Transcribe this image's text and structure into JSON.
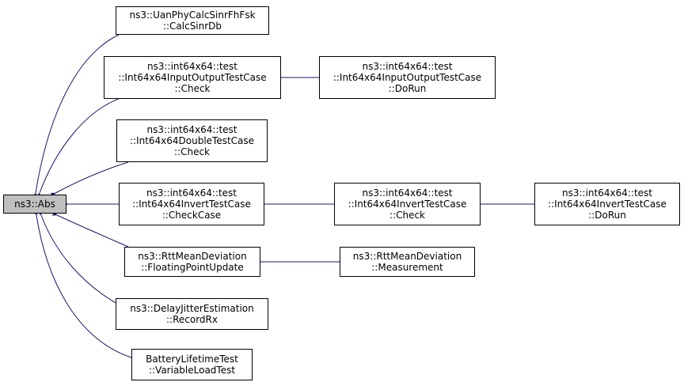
{
  "colors": {
    "edge": "#191970",
    "root_fill": "#bfbfbf",
    "node_fill": "#ffffff",
    "border": "#000000"
  },
  "nodes": {
    "abs": {
      "line1": "ns3::Abs"
    },
    "uan": {
      "line1": "ns3::UanPhyCalcSinrFhFsk",
      "line2": "::CalcSinrDb"
    },
    "io_check": {
      "line1": "ns3::int64x64::test",
      "line2": "::Int64x64InputOutputTestCase",
      "line3": "::Check"
    },
    "io_dorun": {
      "line1": "ns3::int64x64::test",
      "line2": "::Int64x64InputOutputTestCase",
      "line3": "::DoRun"
    },
    "double_check": {
      "line1": "ns3::int64x64::test",
      "line2": "::Int64x64DoubleTestCase",
      "line3": "::Check"
    },
    "inv_checkcase": {
      "line1": "ns3::int64x64::test",
      "line2": "::Int64x64InvertTestCase",
      "line3": "::CheckCase"
    },
    "inv_check": {
      "line1": "ns3::int64x64::test",
      "line2": "::Int64x64InvertTestCase",
      "line3": "::Check"
    },
    "inv_dorun": {
      "line1": "ns3::int64x64::test",
      "line2": "::Int64x64InvertTestCase",
      "line3": "::DoRun"
    },
    "rtt_fp": {
      "line1": "ns3::RttMeanDeviation",
      "line2": "::FloatingPointUpdate"
    },
    "rtt_meas": {
      "line1": "ns3::RttMeanDeviation",
      "line2": "::Measurement"
    },
    "delay": {
      "line1": "ns3::DelayJitterEstimation",
      "line2": "::RecordRx"
    },
    "battery": {
      "line1": "BatteryLifetimeTest",
      "line2": "::VariableLoadTest"
    }
  }
}
